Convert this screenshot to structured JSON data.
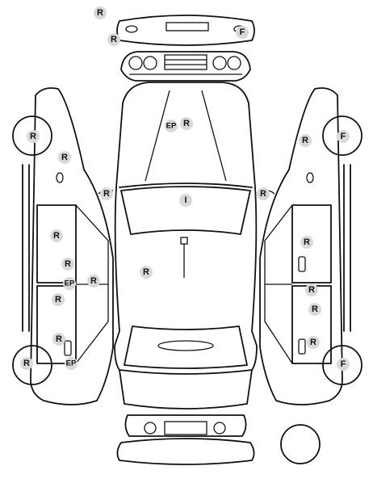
{
  "badge_color": "#d9d9d9",
  "line_color": "#111111",
  "front_bumper": {
    "labels": [
      "R",
      "R",
      "F"
    ]
  },
  "front_grille": {
    "labels": []
  },
  "hood": {
    "labels": [
      "EP",
      "R"
    ]
  },
  "mirrors": {
    "left": "R",
    "right": "R"
  },
  "windshield": {
    "label": "I"
  },
  "roof": {
    "labels": [
      "R"
    ]
  },
  "left_side": {
    "front_wheel": "R",
    "front_fender": "R",
    "front_door": [
      "R",
      "R"
    ],
    "sill": [
      "EP",
      "R"
    ],
    "rear_door": [
      "R"
    ],
    "rear_quarter": [
      "R"
    ],
    "rear_wheel": "R",
    "rear_sill": "EP"
  },
  "right_side": {
    "front_wheel": "F",
    "front_fender": "R",
    "front_door": [
      "R"
    ],
    "rear_door": [
      "R",
      "R"
    ],
    "rear_quarter": [
      "R"
    ],
    "rear_wheel": "F"
  }
}
